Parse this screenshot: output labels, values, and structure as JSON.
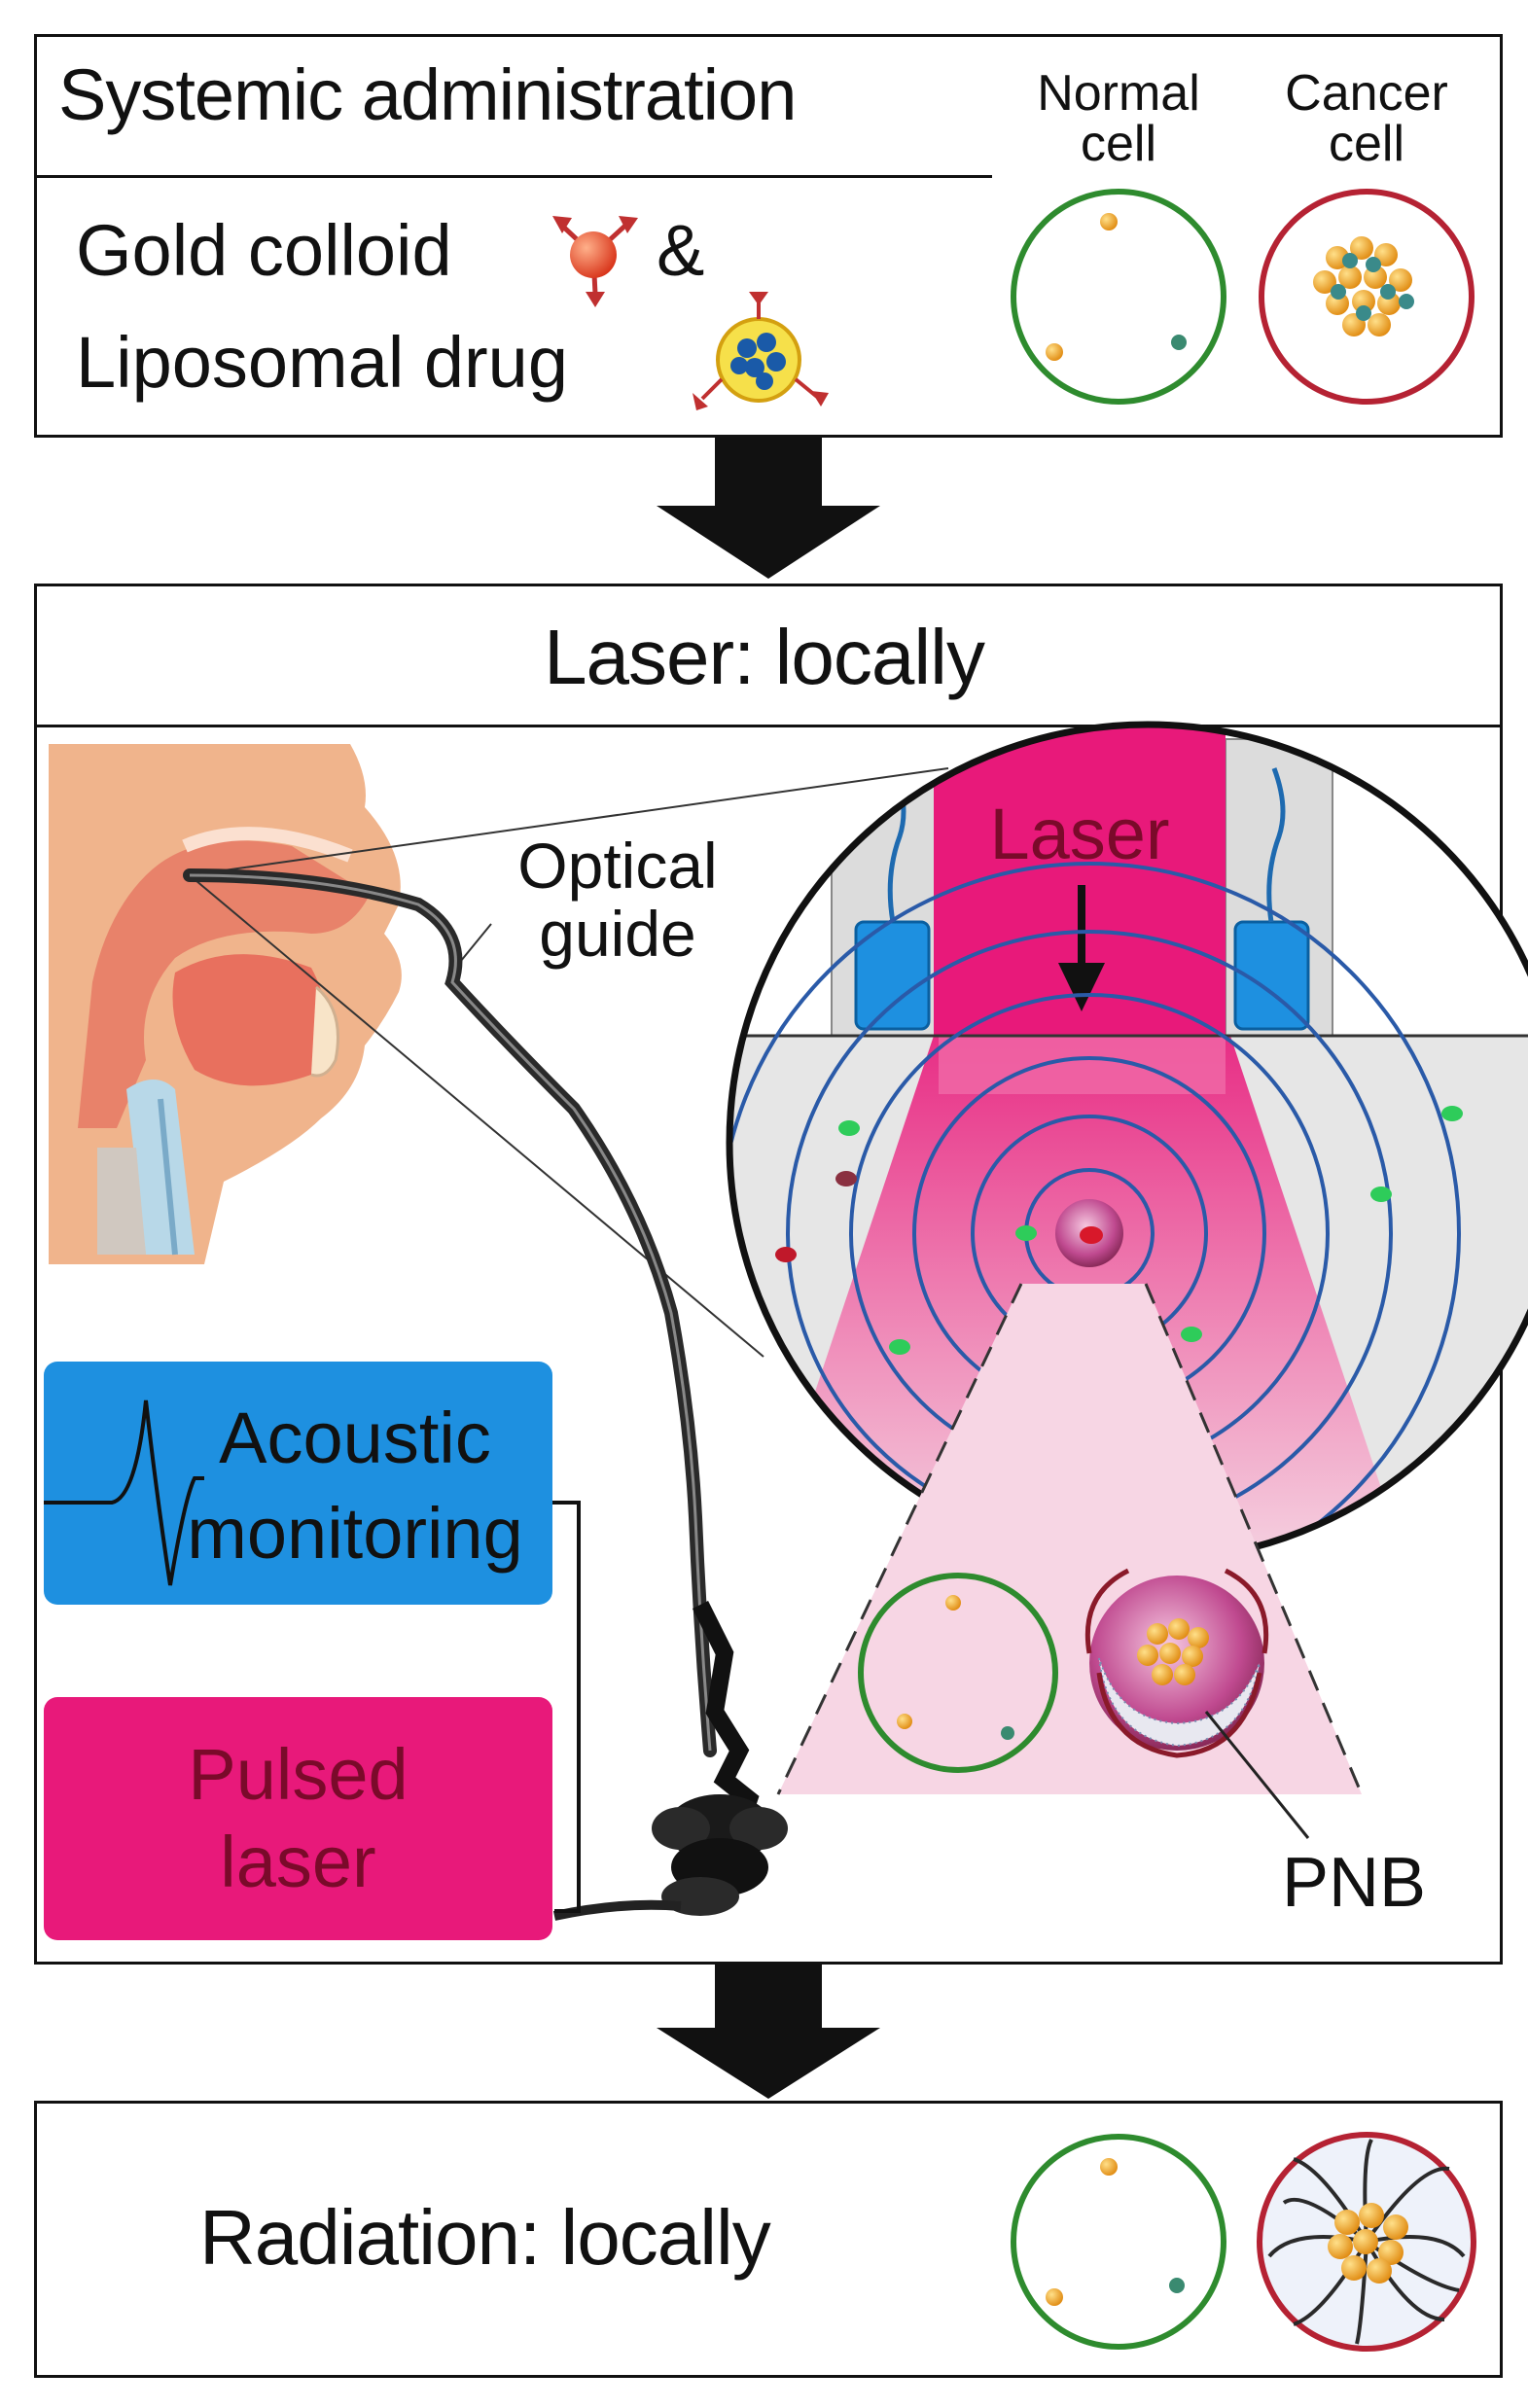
{
  "top_panel": {
    "title": "Systemic administration",
    "line1_text": "Gold colloid",
    "line1_amp": "&",
    "line2_text": "Liposomal drug",
    "normal_cell_label": "Normal\ncell",
    "cancer_cell_label": "Cancer\ncell"
  },
  "middle_panel": {
    "title": "Laser: locally",
    "optical_guide_label": "Optical\nguide",
    "laser_label": "Laser",
    "acoustic_label": "Acoustic\nmonitoring",
    "pulsed_laser_label": "Pulsed\nlaser",
    "pnb_label": "PNB"
  },
  "bottom_panel": {
    "title": "Radiation: locally"
  },
  "colors": {
    "normal_cell": "#2e8b2e",
    "cancer_cell": "#b52233",
    "laser_pink": "#e8197a",
    "acoustic_blue": "#1e90e0",
    "gold": "#f5a623",
    "skin": "#f0b48c"
  }
}
